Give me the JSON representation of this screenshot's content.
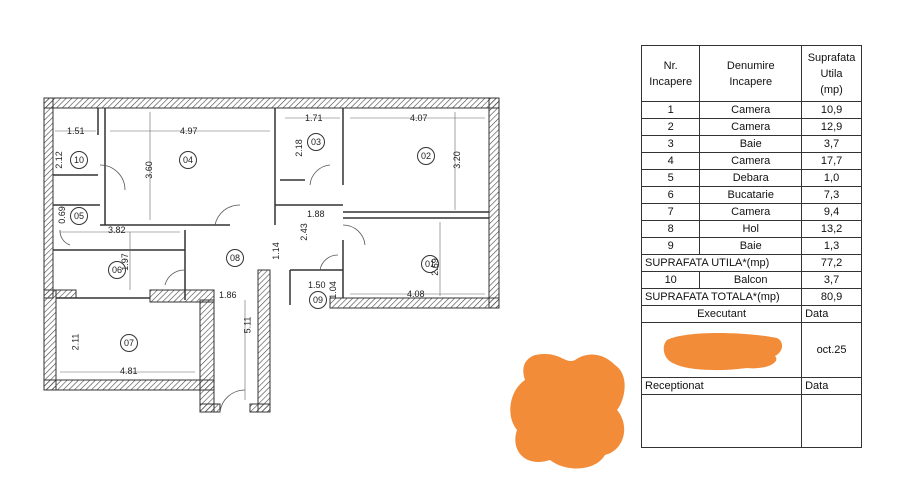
{
  "room_markers": [
    "10",
    "04",
    "03",
    "02",
    "05",
    "06",
    "08",
    "01",
    "09",
    "07"
  ],
  "dimensions": {
    "d151": "1.51",
    "d497": "4.97",
    "d171": "1.71",
    "d407": "4.07",
    "d212": "2.12",
    "d360": "3.60",
    "d218": "2.18",
    "d320": "3.20",
    "d069": "0.69",
    "d188": "1.88",
    "d243": "2.43",
    "d382": "3.82",
    "d197": "1.97",
    "d114": "1.14",
    "d269": "2.69",
    "d186": "1.86",
    "d150": "1.50",
    "d104": "1.04",
    "d408": "4.08",
    "d211": "2.11",
    "d511": "5.11",
    "d481": "4.81"
  },
  "table": {
    "headers": [
      "Nr.\nIncapere",
      "Denumire\nIncapere",
      "Suprafata\nUtila\n(mp)"
    ],
    "rows": [
      {
        "nr": "1",
        "name": "Camera",
        "area": "10,9"
      },
      {
        "nr": "2",
        "name": "Camera",
        "area": "12,9"
      },
      {
        "nr": "3",
        "name": "Baie",
        "area": "3,7"
      },
      {
        "nr": "4",
        "name": "Camera",
        "area": "17,7"
      },
      {
        "nr": "5",
        "name": "Debara",
        "area": "1,0"
      },
      {
        "nr": "6",
        "name": "Bucatarie",
        "area": "7,3"
      },
      {
        "nr": "7",
        "name": "Camera",
        "area": "9,4"
      },
      {
        "nr": "8",
        "name": "Hol",
        "area": "13,2"
      },
      {
        "nr": "9",
        "name": "Baie",
        "area": "1,3"
      }
    ],
    "utila_label": "SUPRAFATA UTILA*(mp)",
    "utila_value": "77,2",
    "balcon": {
      "nr": "10",
      "name": "Balcon",
      "area": "3,7"
    },
    "totala_label": "SUPRAFATA TOTALA*(mp)",
    "totala_value": "80,9",
    "executant_label": "Executant",
    "data_label": "Data",
    "executant_date": "oct.25",
    "receptionat_label": "Receptionat",
    "receptionat_data_label": "Data"
  },
  "colors": {
    "redaction": "#f28c38",
    "wall": "#555555"
  }
}
